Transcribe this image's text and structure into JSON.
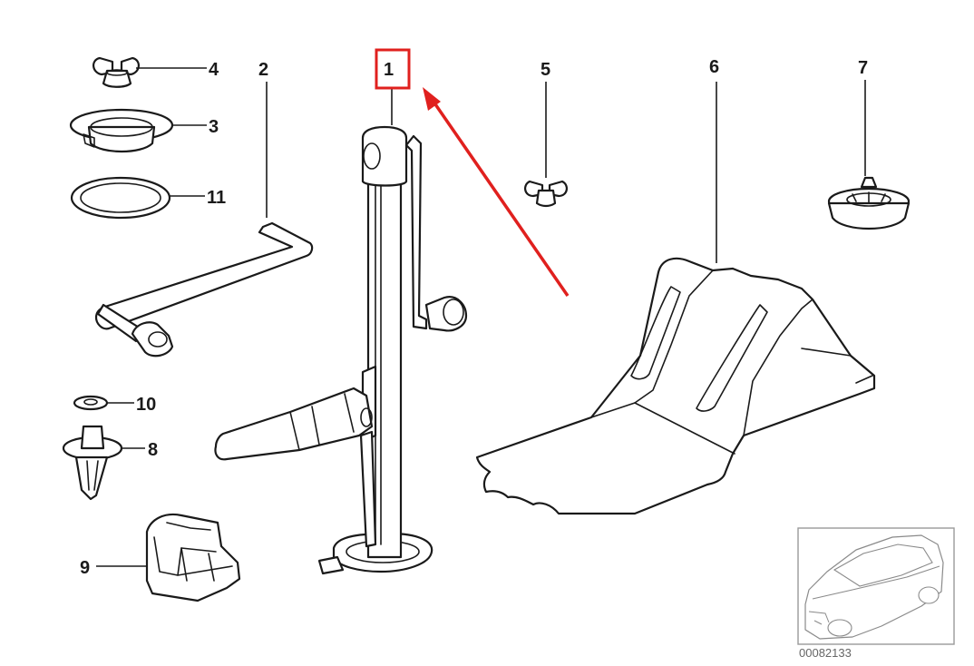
{
  "callouts": {
    "c1": "1",
    "c2": "2",
    "c3": "3",
    "c4": "4",
    "c5": "5",
    "c6": "6",
    "c7": "7",
    "c8": "8",
    "c9": "9",
    "c10": "10",
    "c11": "11"
  },
  "reference_number": "00082133",
  "highlight_color": "#e0201e"
}
